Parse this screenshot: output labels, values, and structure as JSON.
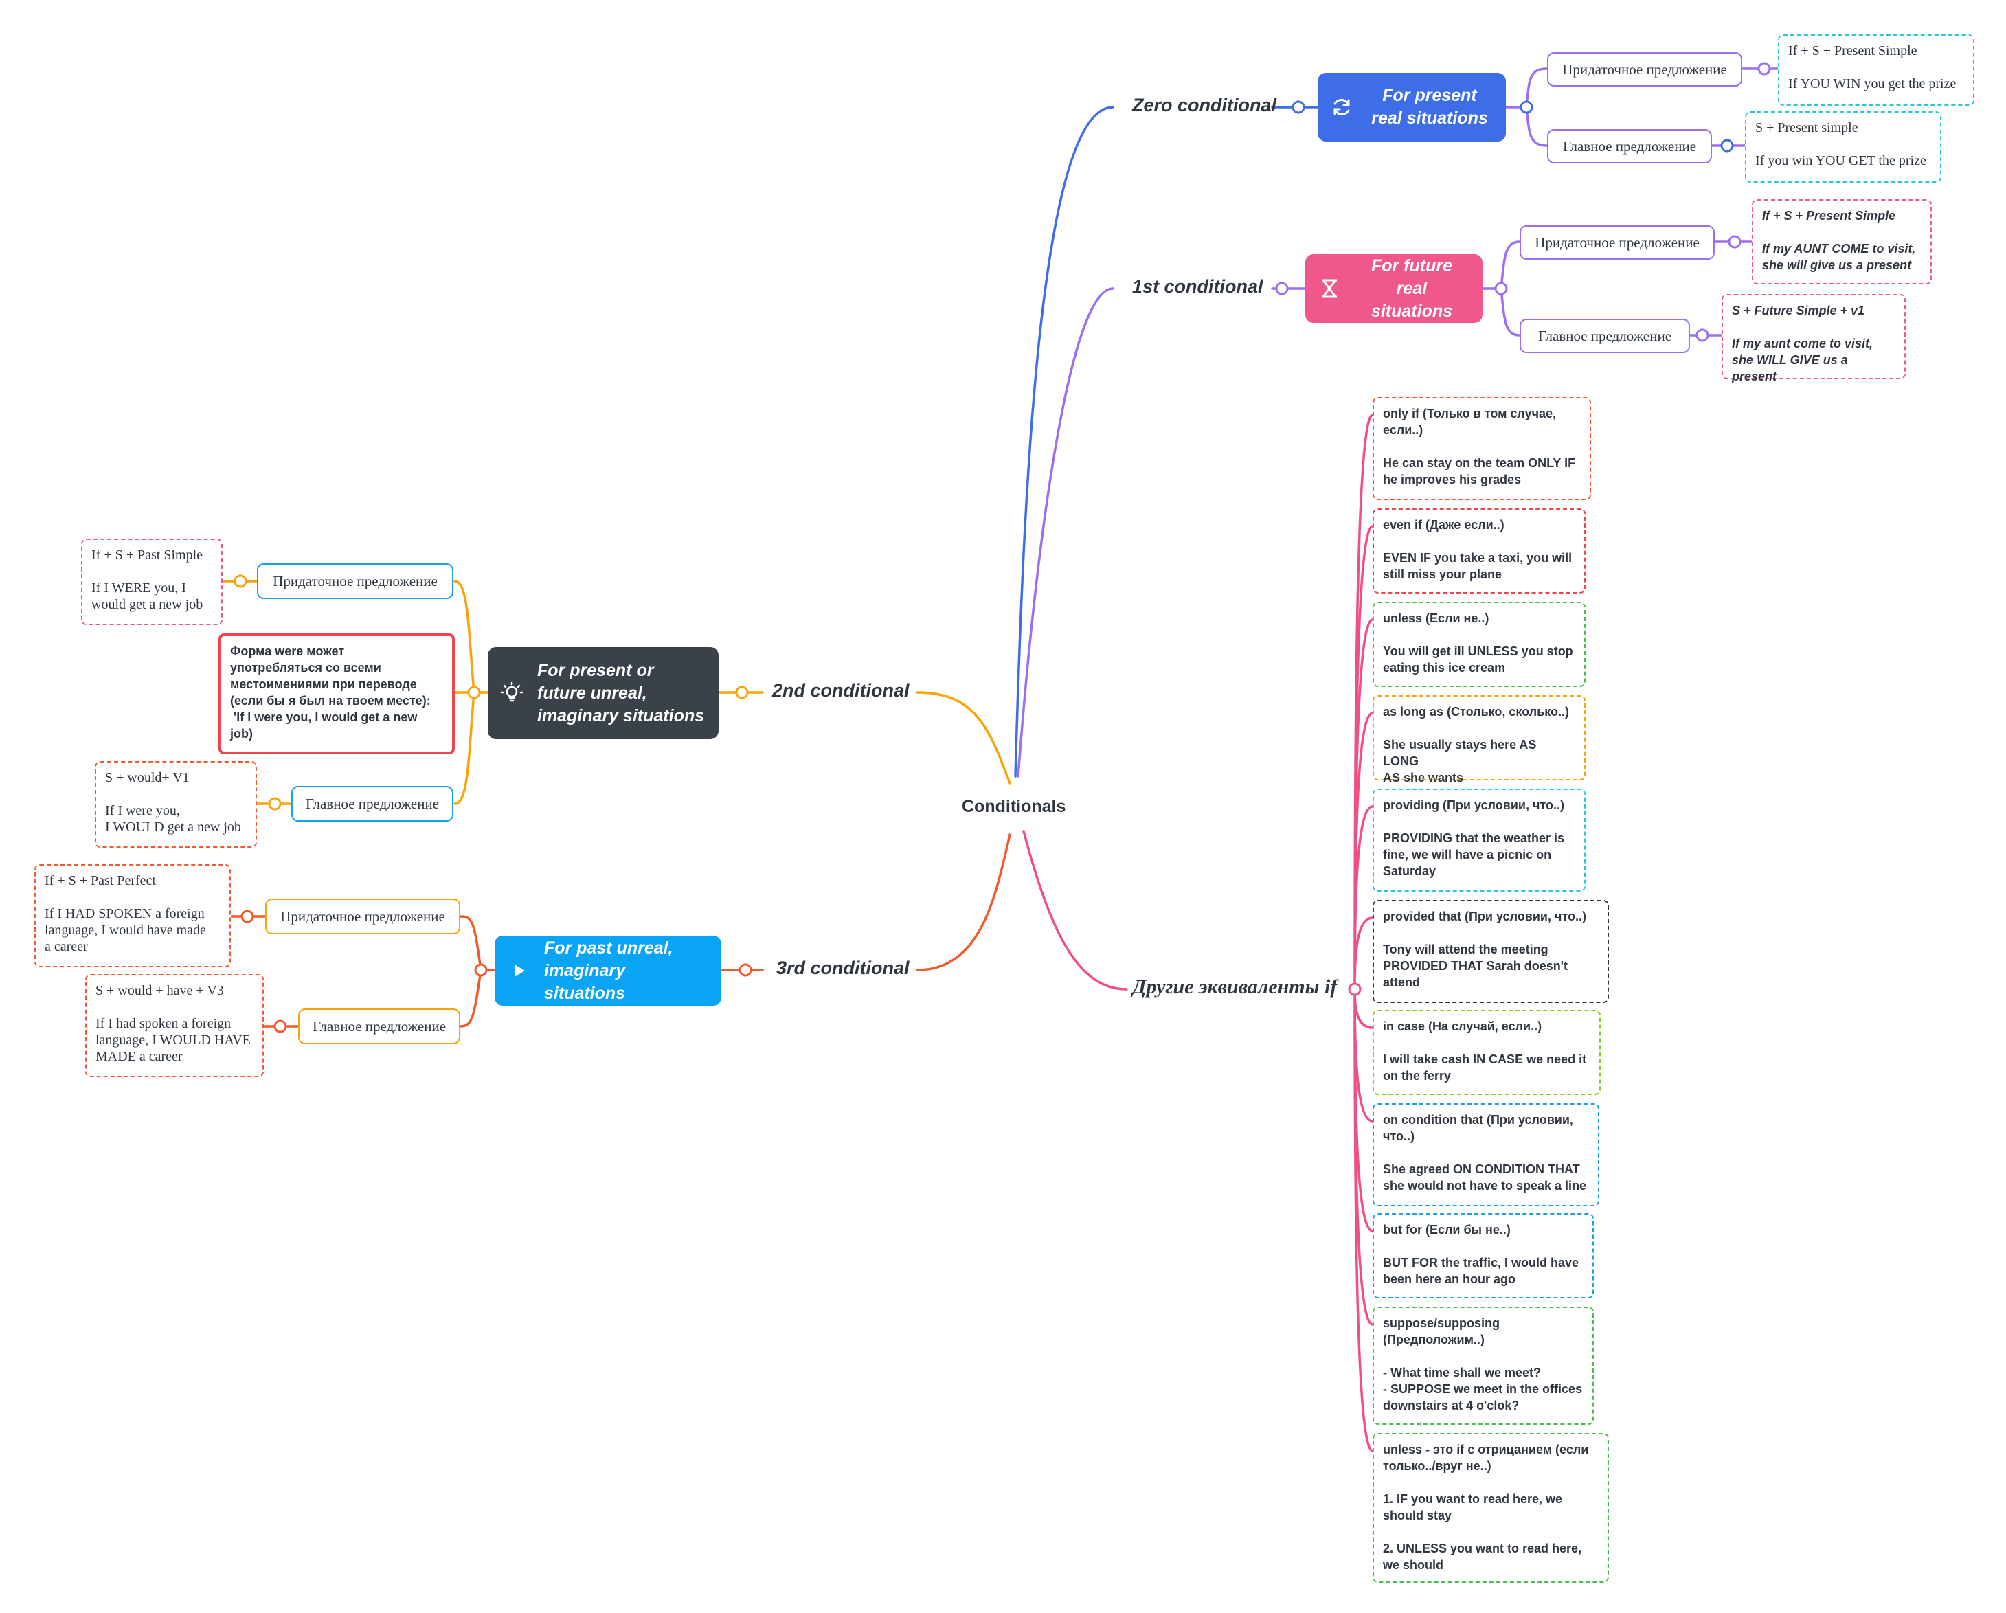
{
  "central": "Conditionals",
  "colors": {
    "zero": "#3d6ee8",
    "first": "#9b6ff2",
    "others": "#ef4f84",
    "second": "#f6a409",
    "third": "#f25a2c",
    "hub_zero": "#3d6ee8",
    "hub_first": "#f0578c",
    "hub_second": "#3b4148",
    "hub_third": "#0aa4f5"
  },
  "branches": {
    "zero": {
      "label": "Zero conditional",
      "hub": "For present real situations",
      "hub_icon": "refresh-icon",
      "sub": [
        {
          "label": "Придаточное предложение",
          "note": [
            "If + S + Present Simple",
            "",
            "If YOU WIN you get the prize"
          ]
        },
        {
          "label": "Главное предложение",
          "note": [
            "S + Present simple",
            "",
            "If you win YOU GET the prize"
          ]
        }
      ]
    },
    "first": {
      "label": "1st conditional",
      "hub": "For future real situations",
      "hub_icon": "hourglass-icon",
      "sub": [
        {
          "label": "Придаточное предложение",
          "note": [
            "If + S + Present Simple",
            "",
            "If my AUNT COME to visit,",
            "she will give us a present"
          ]
        },
        {
          "label": "Главное предложение",
          "note": [
            "S + Future Simple + v1",
            "",
            "If my aunt come to visit,",
            "she WILL GIVE us a present"
          ]
        }
      ]
    },
    "second": {
      "label": "2nd conditional",
      "hub": "For present or future unreal, imaginary situations",
      "hub_icon": "lightbulb-icon",
      "sub": [
        {
          "label": "Придаточное предложение",
          "note": [
            "If + S + Past Simple",
            "",
            "If I WERE you, I",
            "would get a new job"
          ]
        },
        {
          "label": "Главное предложение",
          "note": [
            "S + would+ V1",
            "",
            "If I were you,",
            "I WOULD get a new job"
          ]
        }
      ],
      "remark": [
        "Форма were может",
        "употребляться со всеми",
        "местоимениями при переводе",
        "(если бы я был на твоем месте):",
        " 'If I were you, I would get a new",
        "job)"
      ]
    },
    "third": {
      "label": "3rd conditional",
      "hub": "For past unreal, imaginary situations",
      "hub_icon": "play-icon",
      "sub": [
        {
          "label": "Придаточное предложение",
          "note": [
            "If + S + Past Perfect",
            "",
            "If I HAD SPOKEN a foreign",
            "language, I would have made",
            "a career"
          ]
        },
        {
          "label": "Главное предложение",
          "note": [
            "S + would + have + V3",
            "",
            "If I had spoken a foreign",
            "language, I WOULD HAVE",
            "MADE a career"
          ]
        }
      ]
    },
    "others": {
      "label": "Другие эквиваленты if",
      "items": [
        {
          "color": "#f25a2c",
          "lines": [
            "only if (Только в том случае,",
            "если..)",
            "",
            "He can stay on the team ONLY IF",
            "he improves his grades"
          ]
        },
        {
          "color": "#f0454f",
          "lines": [
            "even if (Даже если..)",
            "",
            "EVEN IF you take a taxi, you will",
            "still miss your plane"
          ]
        },
        {
          "color": "#48c048",
          "lines": [
            "unless (Если не..)",
            "",
            "You will get ill UNLESS you stop",
            "eating this ice cream"
          ]
        },
        {
          "color": "#f6a409",
          "lines": [
            "as long as (Столько, сколько..)",
            "",
            "She usually stays here AS LONG",
            "AS she wants"
          ]
        },
        {
          "color": "#28c8d8",
          "lines": [
            "providing (При условии, что..)",
            "",
            "PROVIDING that the weather is",
            "fine, we will have a picnic on",
            "Saturday"
          ]
        },
        {
          "color": "#2f3640",
          "lines": [
            "provided that (При условии, что..)",
            "",
            "Tony will attend the meeting",
            "PROVIDED THAT Sarah doesn't",
            "attend"
          ]
        },
        {
          "color": "#88c820",
          "lines": [
            "in case (На случай, если..)",
            "",
            "I will take cash IN CASE we need it",
            "on the ferry"
          ]
        },
        {
          "color": "#1aa0e6",
          "lines": [
            "on condition that (При условии,",
            "что..)",
            "",
            "She agreed ON CONDITION THAT",
            "she would not have to speak a line"
          ]
        },
        {
          "color": "#1aa0e6",
          "lines": [
            "but for (Если бы не..)",
            "",
            "BUT FOR the traffic, I would have",
            "been here an hour ago"
          ]
        },
        {
          "color": "#48c048",
          "lines": [
            "suppose/supposing",
            "(Предположим..)",
            "",
            "- What time shall we meet?",
            "- SUPPOSE we meet in the offices",
            "downstairs at 4 o'clok?"
          ]
        },
        {
          "color": "#48c048",
          "lines": [
            "unless - это if с отрицанием (если",
            "только../вруг не..)",
            "",
            "1. IF you want to read here, we",
            "should stay",
            "",
            "2. UNLESS you want to read here,",
            "we should"
          ]
        }
      ]
    }
  }
}
